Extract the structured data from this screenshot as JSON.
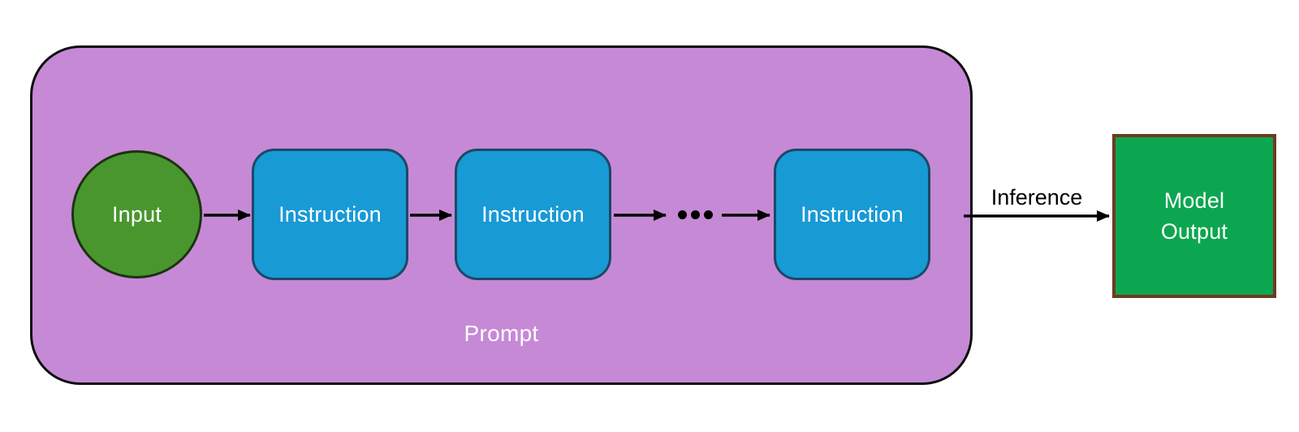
{
  "diagram": {
    "prompt_group": {
      "label": "Prompt"
    },
    "input": {
      "label": "Input"
    },
    "instructions": [
      {
        "label": "Instruction"
      },
      {
        "label": "Instruction"
      },
      {
        "label": "Instruction"
      }
    ],
    "icons": {
      "ellipsis": "•••"
    },
    "inference_label": "Inference",
    "model_output": {
      "label": "Model Output",
      "lines": [
        "Model",
        "Output"
      ]
    },
    "colors": {
      "prompt_fill": "#c689d6",
      "prompt_border": "#0d0d0d",
      "input_fill": "#49962f",
      "input_border": "#1b330d",
      "instruction_fill": "#189ad5",
      "instruction_border": "#1b4965",
      "model_output_fill": "#0da650",
      "model_output_border": "#6e3b20",
      "arrow": "#000000",
      "node_text": "#ffffff",
      "inference_text": "#000000",
      "background": "#ffffff"
    }
  }
}
